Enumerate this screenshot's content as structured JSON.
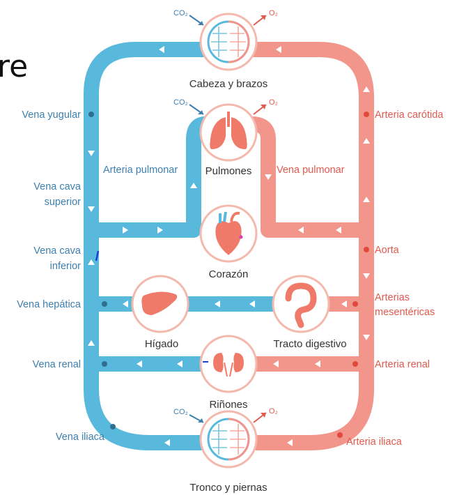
{
  "corner_fragment": "re",
  "organs": {
    "head": "Cabeza y brazos",
    "lungs": "Pulmones",
    "heart": "Corazón",
    "liver": "Hígado",
    "digestive": "Tracto digestivo",
    "kidneys": "Riñones",
    "legs": "Tronco y piernas"
  },
  "veins": {
    "jugular": "Vena yugular",
    "cava_sup_1": "Vena cava",
    "cava_sup_2": "superior",
    "cava_inf_1": "Vena cava",
    "cava_inf_2": "inferior",
    "hepatic": "Vena hepática",
    "renal": "Vena renal",
    "iliac": "Vena iliaca",
    "pulmonary_artery": "Arteria pulmonar"
  },
  "arteries": {
    "carotid": "Arteria carótida",
    "pulmonary_vein": "Vena pulmonar",
    "aorta": "Aorta",
    "mesenteric_1": "Arterias",
    "mesenteric_2": "mesentéricas",
    "renal": "Arteria renal",
    "iliac": "Arteria iliaca"
  },
  "gases": {
    "co2_top": "CO₂",
    "o2_top": "O₂",
    "co2_lungs": "CO₂",
    "o2_lungs": "O₂",
    "co2_bottom": "CO₂",
    "o2_bottom": "O₂"
  },
  "colors": {
    "venous": "#58b9dc",
    "arterial": "#f2968c",
    "venous_text": "#3d7fae",
    "arterial_text": "#e05a4e",
    "organ_fill": "#f07a6a",
    "ring": "#f3b9ad"
  }
}
